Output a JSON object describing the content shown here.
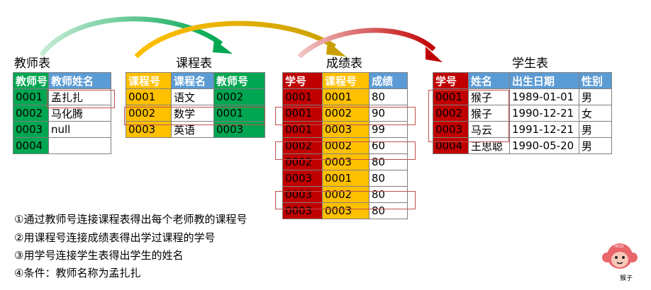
{
  "teacher": {
    "title": "教师表",
    "headers": [
      "教师号",
      "教师姓名"
    ],
    "rows": [
      [
        "0001",
        "孟扎扎"
      ],
      [
        "0002",
        "马化腾"
      ],
      [
        "0003",
        "null"
      ],
      [
        "0004",
        ""
      ]
    ]
  },
  "course": {
    "title": "课程表",
    "headers": [
      "课程号",
      "课程名",
      "教师号"
    ],
    "rows": [
      [
        "0001",
        "语文",
        "0002"
      ],
      [
        "0002",
        "数学",
        "0001"
      ],
      [
        "0003",
        "英语",
        "0003"
      ]
    ]
  },
  "score": {
    "title": "成绩表",
    "headers": [
      "学号",
      "课程号",
      "成绩"
    ],
    "rows": [
      [
        "0001",
        "0001",
        "80"
      ],
      [
        "0001",
        "0002",
        "90"
      ],
      [
        "0001",
        "0003",
        "99"
      ],
      [
        "0002",
        "0002",
        "60"
      ],
      [
        "0002",
        "0003",
        "80"
      ],
      [
        "0003",
        "0001",
        "80"
      ],
      [
        "0003",
        "0002",
        "80"
      ],
      [
        "0003",
        "0003",
        "80"
      ]
    ]
  },
  "student": {
    "title": "学生表",
    "headers": [
      "学号",
      "姓名",
      "出生日期",
      "性别"
    ],
    "rows": [
      [
        "0001",
        "猴子",
        "1989-01-01",
        "男"
      ],
      [
        "0002",
        "猴子",
        "1990-12-21",
        "女"
      ],
      [
        "0003",
        "马云",
        "1991-12-21",
        "男"
      ],
      [
        "0004",
        "王思聪",
        "1990-05-20",
        "男"
      ]
    ]
  },
  "steps": [
    "①通过教师号连接课程表得出每个老师教的课程号",
    "②用课程号连接成绩表得出学过课程的学号",
    "③用学号连接学生表得出学生的姓名",
    "④条件：教师名称为孟扎扎"
  ],
  "logo": {
    "text": "猴子",
    "badge": "HOU"
  },
  "colors": {
    "green": "#00a651",
    "orange": "#ffc000",
    "red": "#c00000",
    "blue": "#5b9bd5",
    "highlight": "#c0504d"
  }
}
